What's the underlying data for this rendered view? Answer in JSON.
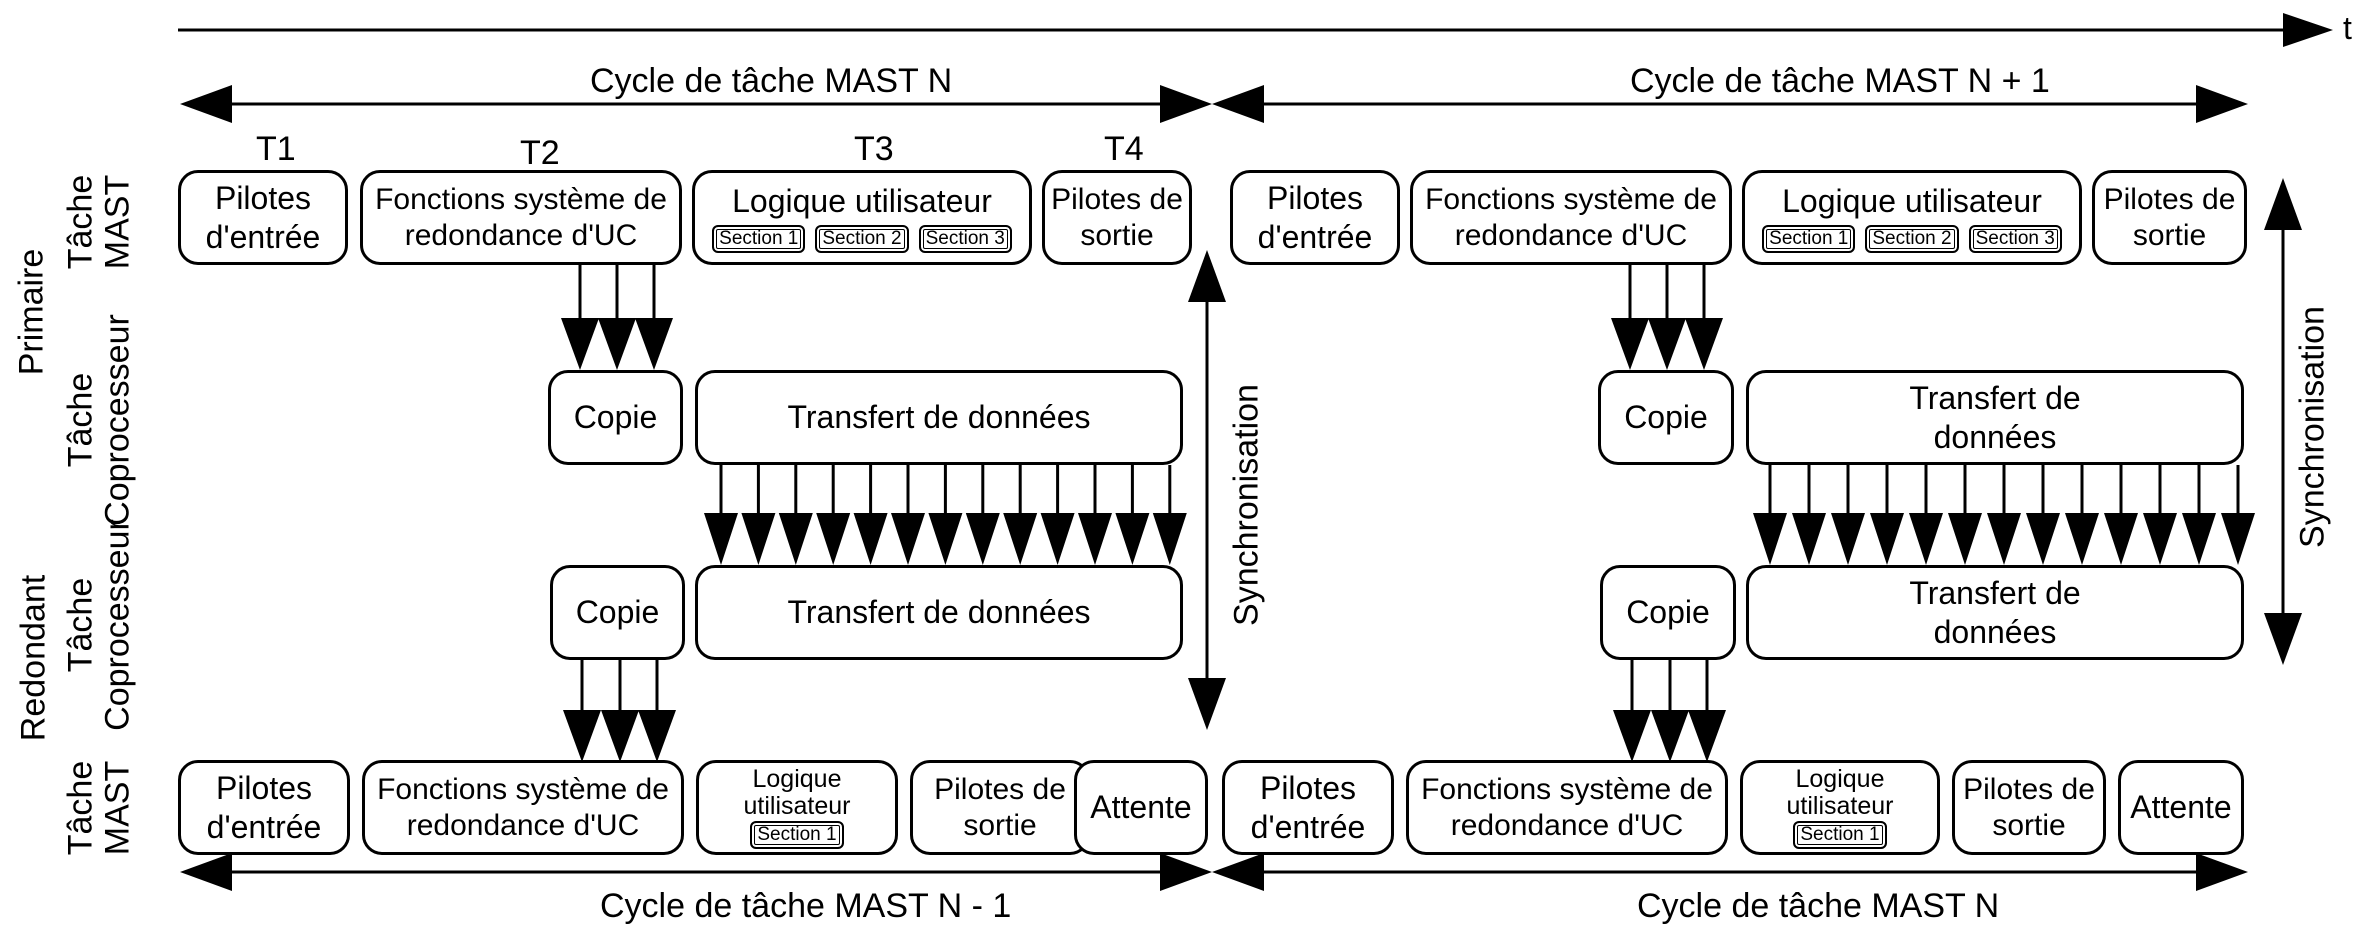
{
  "time_axis_label": "t",
  "top": {
    "cycle_left": "Cycle de tâche MAST N",
    "cycle_right": "Cycle de tâche MAST N + 1",
    "phase_labels": [
      "T1",
      "T2",
      "T3",
      "T4"
    ]
  },
  "bottom": {
    "cycle_left": "Cycle de tâche MAST N - 1",
    "cycle_right": "Cycle de tâche MAST N"
  },
  "side_labels": {
    "primary": "Primaire",
    "redundant": "Redondant",
    "mast_task": "Tâche MAST",
    "coprocessor_task": "Tâche Coprocesseur"
  },
  "sync_label": "Synchronisation",
  "blocks": {
    "input_drivers": "Pilotes d'entrée",
    "redundancy_functions": "Fonctions système de redondance d'UC",
    "user_logic": "Logique utilisateur",
    "output_drivers": "Pilotes de sortie",
    "copy": "Copie",
    "data_transfer": "Transfert de données",
    "wait": "Attente",
    "sections": [
      "Section 1",
      "Section 2",
      "Section 3"
    ]
  }
}
